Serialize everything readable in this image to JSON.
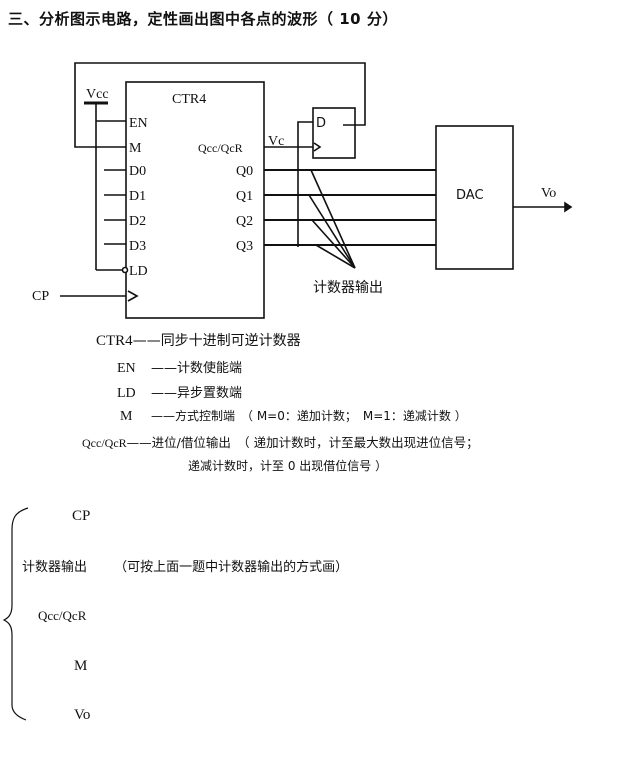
{
  "question": {
    "title": "三、分析图示电路，定性画出图中各点的波形（ 10 分）"
  },
  "circuit": {
    "counter": {
      "name": "CTR4",
      "inputs": [
        "EN",
        "M",
        "D0",
        "D1",
        "D2",
        "D3",
        "LD"
      ],
      "outputs": [
        "Qcc/QcR",
        "Q0",
        "Q1",
        "Q2",
        "Q3"
      ]
    },
    "supply_label": "Vcc",
    "vc_label": "Vc",
    "dff_label": "D",
    "dac_label": "DAC",
    "output_label": "Vo",
    "clock_label": "CP",
    "counter_output_annotation": "计数器输出"
  },
  "legend": [
    {
      "key": "CTR4",
      "desc": "——同步十进制可逆计数器"
    },
    {
      "key": "EN",
      "desc": "——计数使能端"
    },
    {
      "key": "LD",
      "desc": "——异步置数端"
    },
    {
      "key": "M",
      "desc": "——方式控制端　（ M=0：递加计数；　M=1：递减计数 ）"
    },
    {
      "key": "Qcc/QcR",
      "desc": "——进位/借位输出　（ 递加计数时，计至最大数出现进位信号；"
    },
    {
      "key": "",
      "desc": "递减计数时，计至 0 出现借位信号 ）"
    }
  ],
  "waveforms": {
    "signals": [
      "CP",
      "计数器输出",
      "Qcc/QcR",
      "M",
      "Vo"
    ],
    "counter_note": "（可按上面一题中计数器输出的方式画）"
  }
}
